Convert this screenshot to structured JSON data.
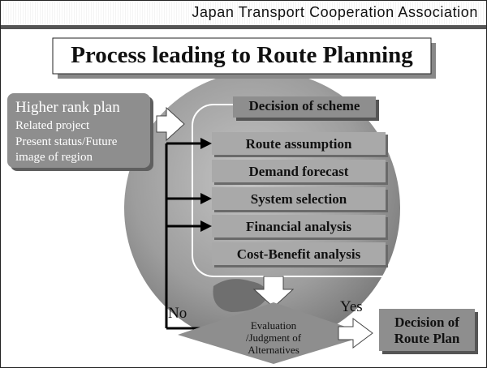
{
  "header": {
    "organization": "Japan Transport Cooperation Association"
  },
  "title": "Process leading to Route Planning",
  "inputs": {
    "heading": "Higher rank plan",
    "lines": [
      "Related project",
      "Present status/Future",
      "image of region"
    ]
  },
  "scheme_label": "Decision of scheme",
  "steps": [
    {
      "label": "Route assumption",
      "has_feedback_arrow": true
    },
    {
      "label": "Demand forecast",
      "has_feedback_arrow": false
    },
    {
      "label": "System selection",
      "has_feedback_arrow": true
    },
    {
      "label": "Financial analysis",
      "has_feedback_arrow": true
    },
    {
      "label": "Cost-Benefit analysis",
      "has_feedback_arrow": false
    }
  ],
  "evaluation": {
    "lines": [
      "Evaluation",
      "/Judgment of",
      "Alternatives"
    ]
  },
  "branch_no": "No",
  "branch_yes": "Yes",
  "outcome": {
    "lines": [
      "Decision of",
      "Route Plan"
    ]
  },
  "colors": {
    "box_fill": "#8e8e8e",
    "step_fill": "#a9a9a9",
    "globe": "#9d9d9d",
    "arrow": "#000000"
  }
}
